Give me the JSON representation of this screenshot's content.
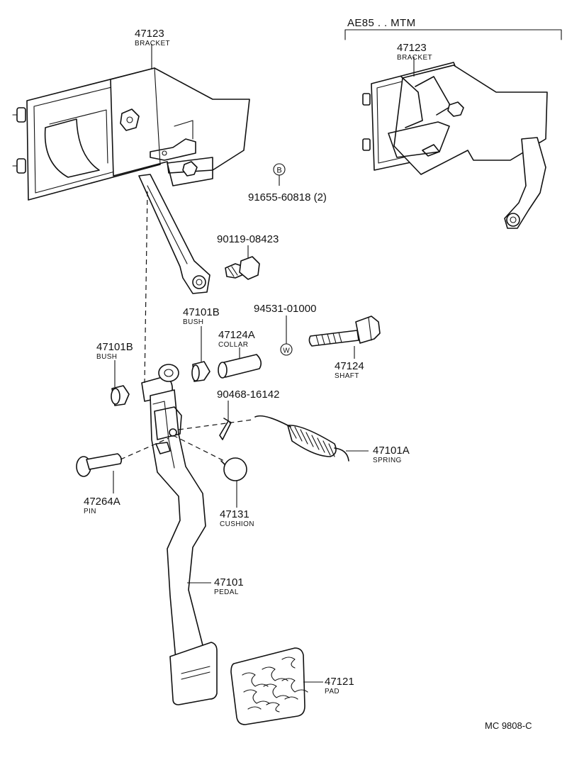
{
  "variant": {
    "label": "AE85 . . MTM"
  },
  "callouts": {
    "bracket_main": {
      "part_no": "47123",
      "name": "BRACKET"
    },
    "bracket_variant": {
      "part_no": "47123",
      "name": "BRACKET"
    },
    "bolt_b": {
      "symbol": "B",
      "part_no": "91655-60818 (2)"
    },
    "nut": {
      "part_no": "90119-08423"
    },
    "bush_right": {
      "part_no": "47101B",
      "name": "BUSH"
    },
    "bush_left": {
      "part_no": "47101B",
      "name": "BUSH"
    },
    "collar": {
      "part_no": "47124A",
      "name": "COLLAR"
    },
    "washer": {
      "symbol": "W",
      "part_no": "94531-01000"
    },
    "shaft": {
      "part_no": "47124",
      "name": "SHAFT"
    },
    "clip": {
      "part_no": "90468-16142"
    },
    "spring": {
      "part_no": "47101A",
      "name": "SPRING"
    },
    "pin": {
      "part_no": "47264A",
      "name": "PIN"
    },
    "cushion": {
      "part_no": "47131",
      "name": "CUSHION"
    },
    "pedal": {
      "part_no": "47101",
      "name": "PEDAL"
    },
    "pad": {
      "part_no": "47121",
      "name": "PAD"
    }
  },
  "drawing_code": "MC  9808-C"
}
